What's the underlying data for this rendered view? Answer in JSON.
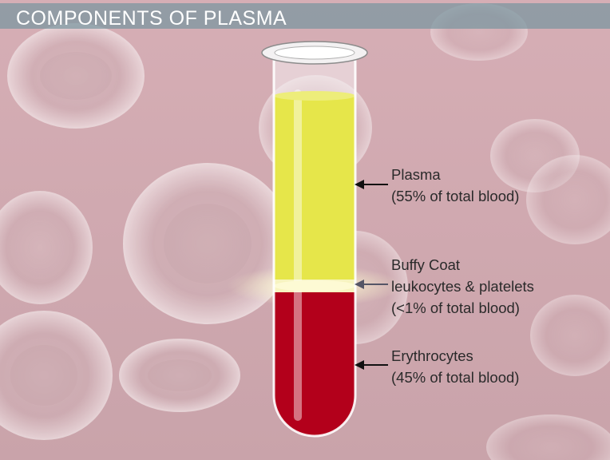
{
  "title": "COMPONENTS OF PLASMA",
  "colors": {
    "background": "#cfa9b0",
    "plasma": "#e6e64a",
    "buffy_coat": "#f7f4c0",
    "erythrocytes": "#b3001b",
    "title_bar": "#7896a0"
  },
  "labels": {
    "plasma": {
      "name": "Plasma",
      "detail": "(55% of total blood)"
    },
    "buffy_coat": {
      "name": "Buffy Coat",
      "detail": "leukocytes & platelets",
      "percent": "(<1% of total blood)"
    },
    "erythrocytes": {
      "name": "Erythrocytes",
      "detail": "(45% of total blood)"
    }
  }
}
